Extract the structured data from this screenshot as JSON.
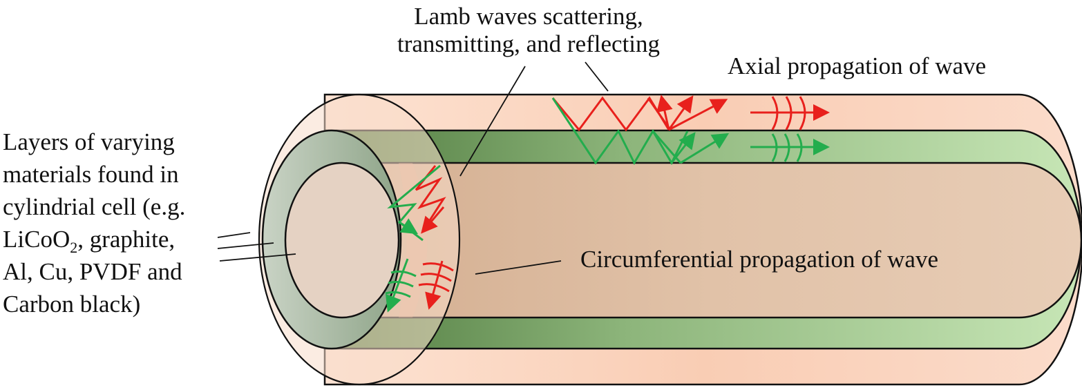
{
  "labels": {
    "lamb_line1": "Lamb waves scattering,",
    "lamb_line2": "transmitting, and reflecting",
    "axial": "Axial propagation of wave",
    "circumferential": "Circumferential propagation of wave",
    "layers_line1": "Layers of varying",
    "layers_line2": "materials found in",
    "layers_line3": "cylindrial cell (e.g.",
    "layers_line4_a": "LiCoO",
    "layers_line4_sub": "2",
    "layers_line4_b": ", graphite,",
    "layers_line5": "Al, Cu, PVDF and",
    "layers_line6": "Carbon black)"
  },
  "colors": {
    "outer_layer": "#f8d3bd",
    "middle_layer": "#9fc990",
    "inner_core": "#dcbfa6",
    "end_face_inner": "#e6d4c6",
    "wave_red": "#e8201c",
    "wave_green": "#23ad4d",
    "outline": "#111111"
  }
}
